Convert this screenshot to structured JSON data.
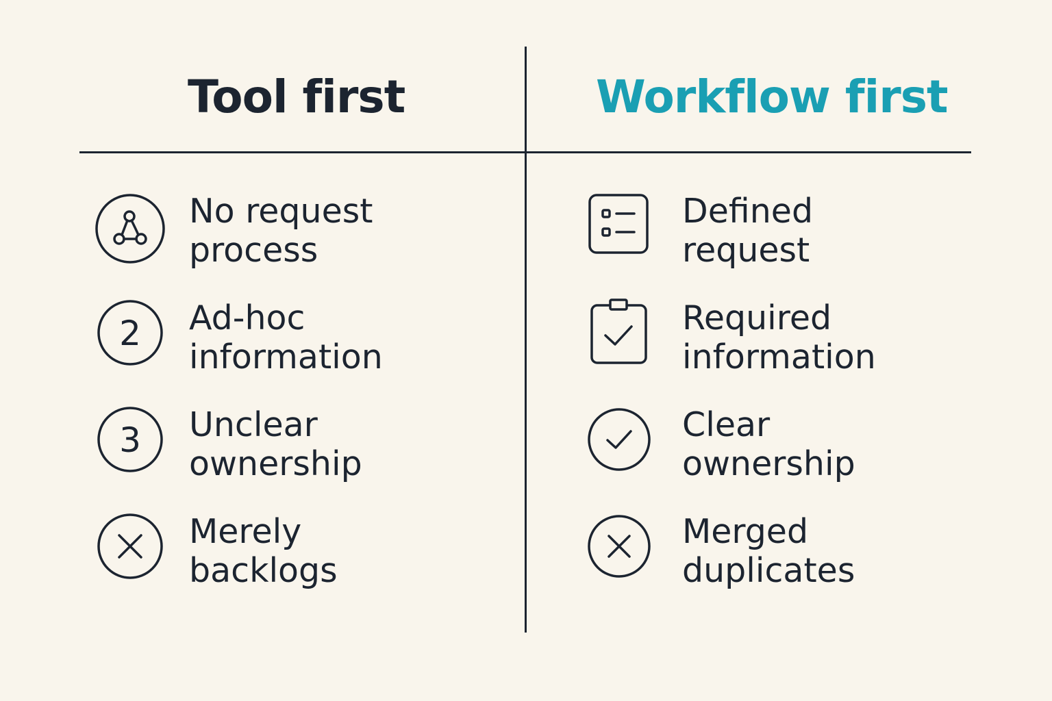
{
  "left": {
    "title": "Tool first",
    "items": [
      {
        "icon": "workflow-nodes-icon",
        "line1": "No request",
        "line2": "process"
      },
      {
        "icon": "number-2-icon",
        "line1": "Ad-hoc",
        "line2": "information",
        "badge": "2"
      },
      {
        "icon": "number-3-icon",
        "line1": "Unclear",
        "line2": "ownership",
        "badge": "3"
      },
      {
        "icon": "x-circle-icon",
        "line1": "Merely",
        "line2": "backlogs"
      }
    ]
  },
  "right": {
    "title": "Workflow first",
    "items": [
      {
        "icon": "checklist-form-icon",
        "line1": "Defined",
        "line2": "request"
      },
      {
        "icon": "clipboard-check-icon",
        "line1": "Required",
        "line2": "information"
      },
      {
        "icon": "check-circle-icon",
        "line1": "Clear",
        "line2": "ownership"
      },
      {
        "icon": "x-circle-icon",
        "line1": "Merged",
        "line2": "duplicates"
      }
    ]
  },
  "colors": {
    "background": "#f9f5ec",
    "ink": "#1c2430",
    "accent": "#1a9fb3"
  }
}
